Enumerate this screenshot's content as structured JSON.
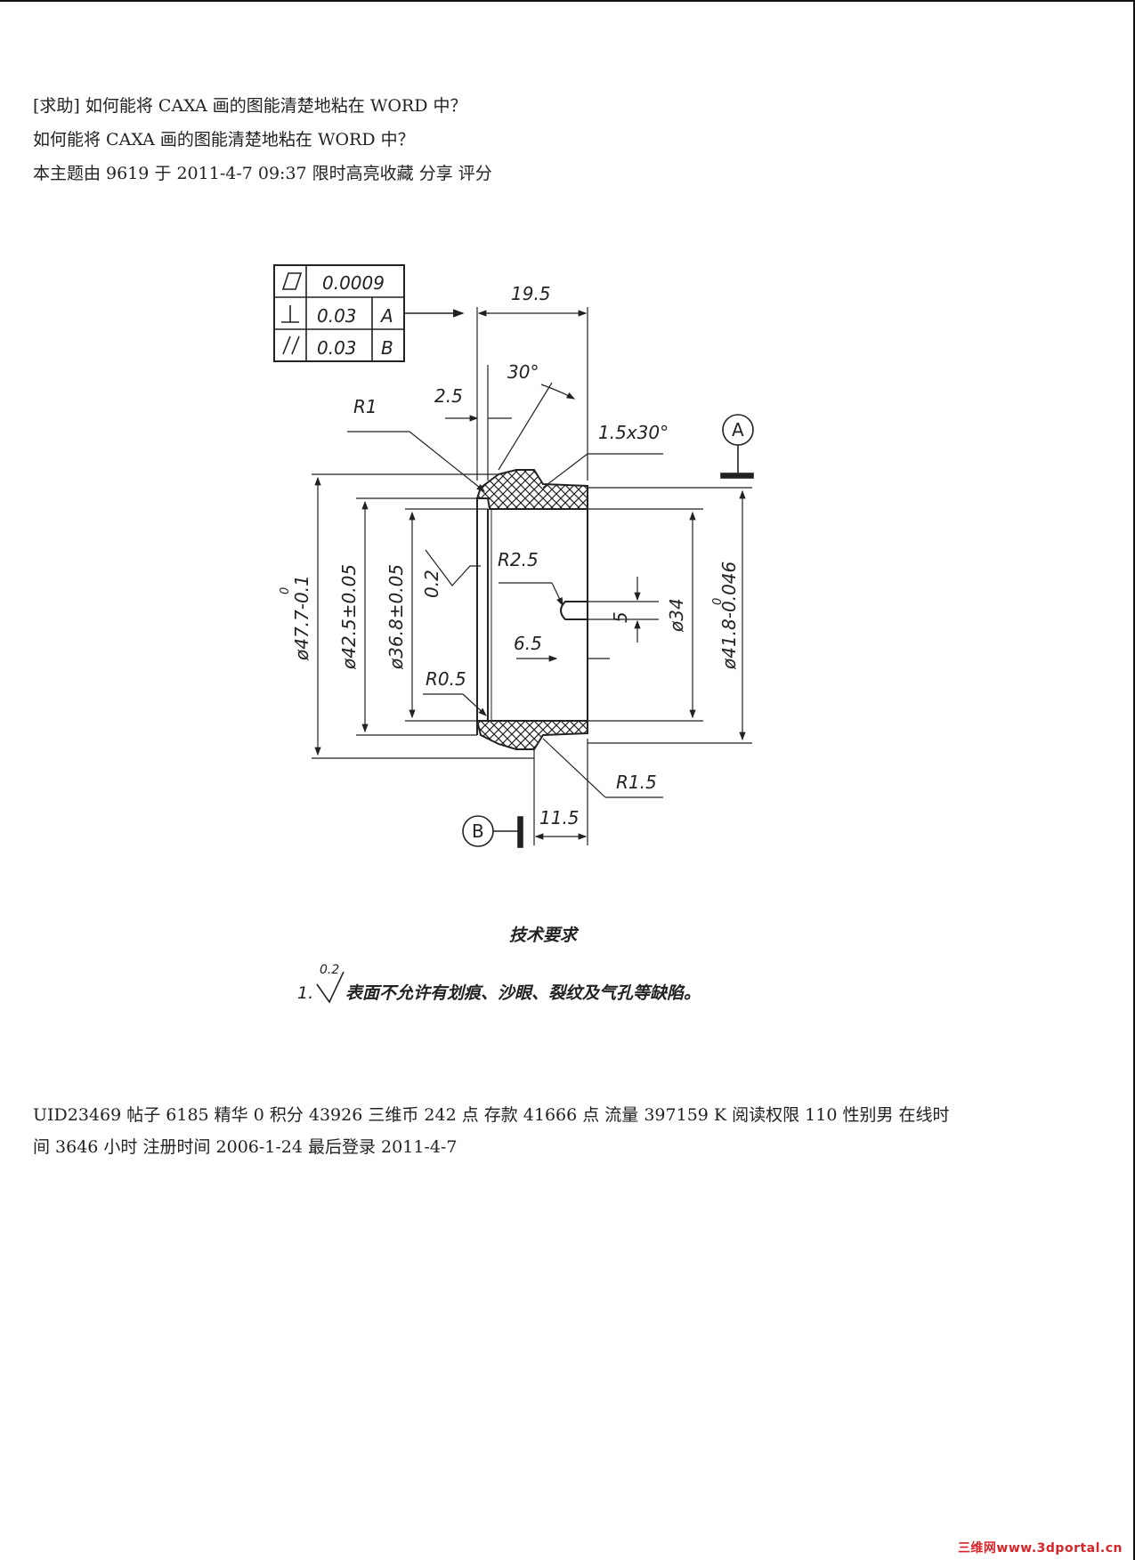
{
  "post": {
    "title": "[求助]  如何能将 CAXA 画的图能清楚地粘在 WORD 中？",
    "body": "如何能将 CAXA 画的图能清楚地粘在 WORD 中？",
    "meta": "本主题由  9619  于   2011-4-7 09:37  限时高亮收藏  分享  评分"
  },
  "drawing": {
    "tolerance_frame": {
      "flatness": "0.0009",
      "perpendicularity": "0.03",
      "perp_datum": "A",
      "parallelism": "0.03",
      "par_datum": "B"
    },
    "dimensions": {
      "width_top": "19.5",
      "angle": "30°",
      "offset": "2.5",
      "r1": "R1",
      "chamfer": "1.5x30°",
      "d_outer": "ø47.7-0.1",
      "d_outer_upper": "0",
      "d_mid": "ø42.5±0.05",
      "d_inner": "ø36.8±0.05",
      "roughness": "0.2",
      "r2_5": "R2.5",
      "slot": "5",
      "depth": "6.5",
      "d_bore": "ø34",
      "d_right": "ø41.8-0.046",
      "d_right_upper": "0",
      "r0_5": "R0.5",
      "r1_5": "R1.5",
      "width_bottom": "11.5",
      "datum_a": "A",
      "datum_b": "B"
    },
    "requirements_title": "技术要求",
    "requirement_num": "1.",
    "requirement_roughness": "0.2",
    "requirement_text": "表面不允许有划痕、沙眼、裂纹及气孔等缺陷。"
  },
  "user": {
    "line1": "UID23469  帖子 6185  精华 0  积分 43926  三维币 242  点  存款 41666  点  流量 397159 K  阅读权限 110  性别男   在线时",
    "line2": "间 3646  小时  注册时间 2006-1-24  最后登录 2011-4-7"
  },
  "watermark": "三维网www.3dportal.cn"
}
